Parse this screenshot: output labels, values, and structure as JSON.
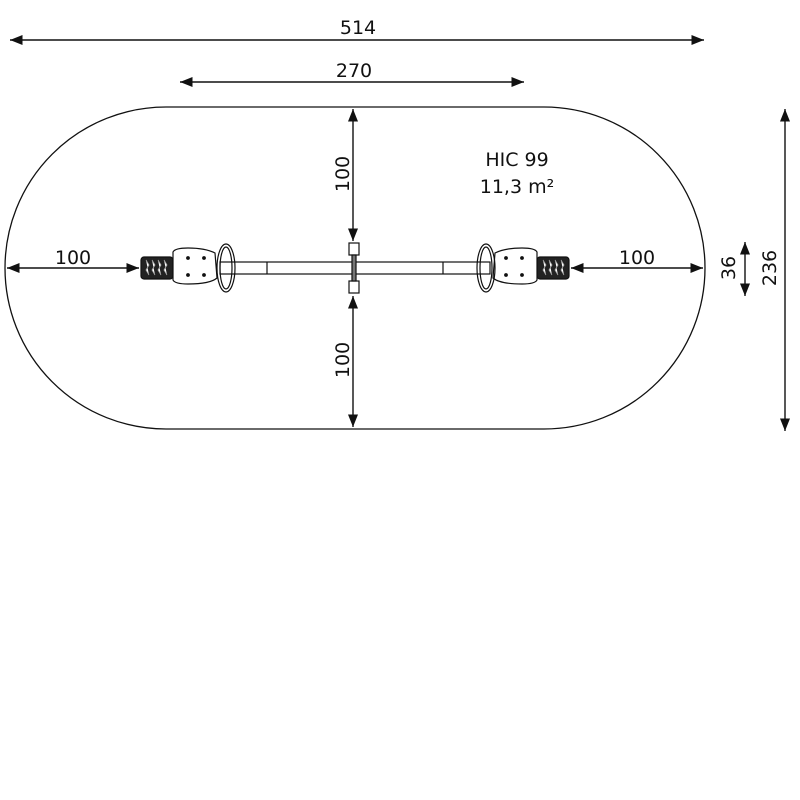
{
  "title": "HIC 99",
  "area": "11,3 m²",
  "dimensions": {
    "overall_length": "514",
    "equipment_length": "270",
    "clearance_top": "100",
    "clearance_bottom": "100",
    "clearance_left": "100",
    "clearance_right": "100",
    "equipment_width": "36",
    "overall_width": "236"
  },
  "colors": {
    "line": "#111111",
    "background": "#ffffff"
  }
}
